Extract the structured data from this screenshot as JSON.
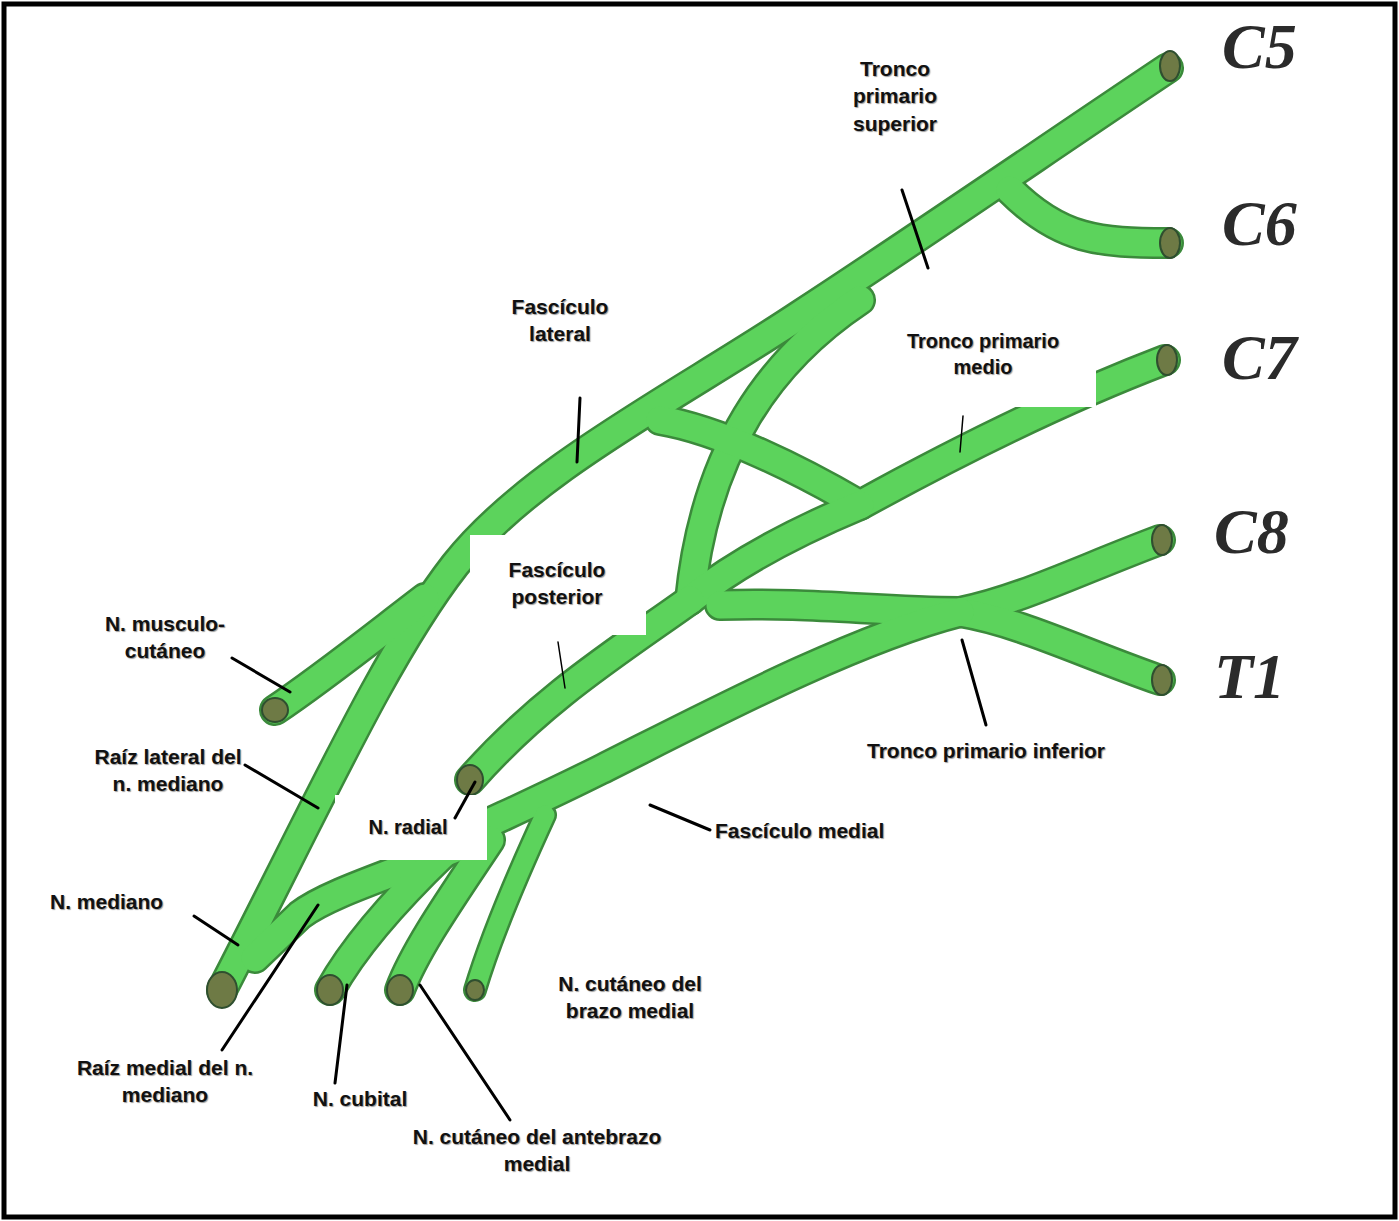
{
  "diagram": {
    "labels": [
      "C5",
      "C6",
      "C7",
      "C8",
      "T1",
      "Tronco primario superior",
      "Fascículo lateral",
      "Tronco primario medio",
      "Fascículo posterior",
      "N. musculo-cutáneo",
      "Raíz lateral del n. mediano",
      "N. radial",
      "Fascículo medial",
      "Tronco primario inferior",
      "N. mediano",
      "Raíz medial del n. mediano",
      "N. cubital",
      "N. cutáneo del brazo medial",
      "N. cutáneo del antebrazo medial"
    ]
  }
}
